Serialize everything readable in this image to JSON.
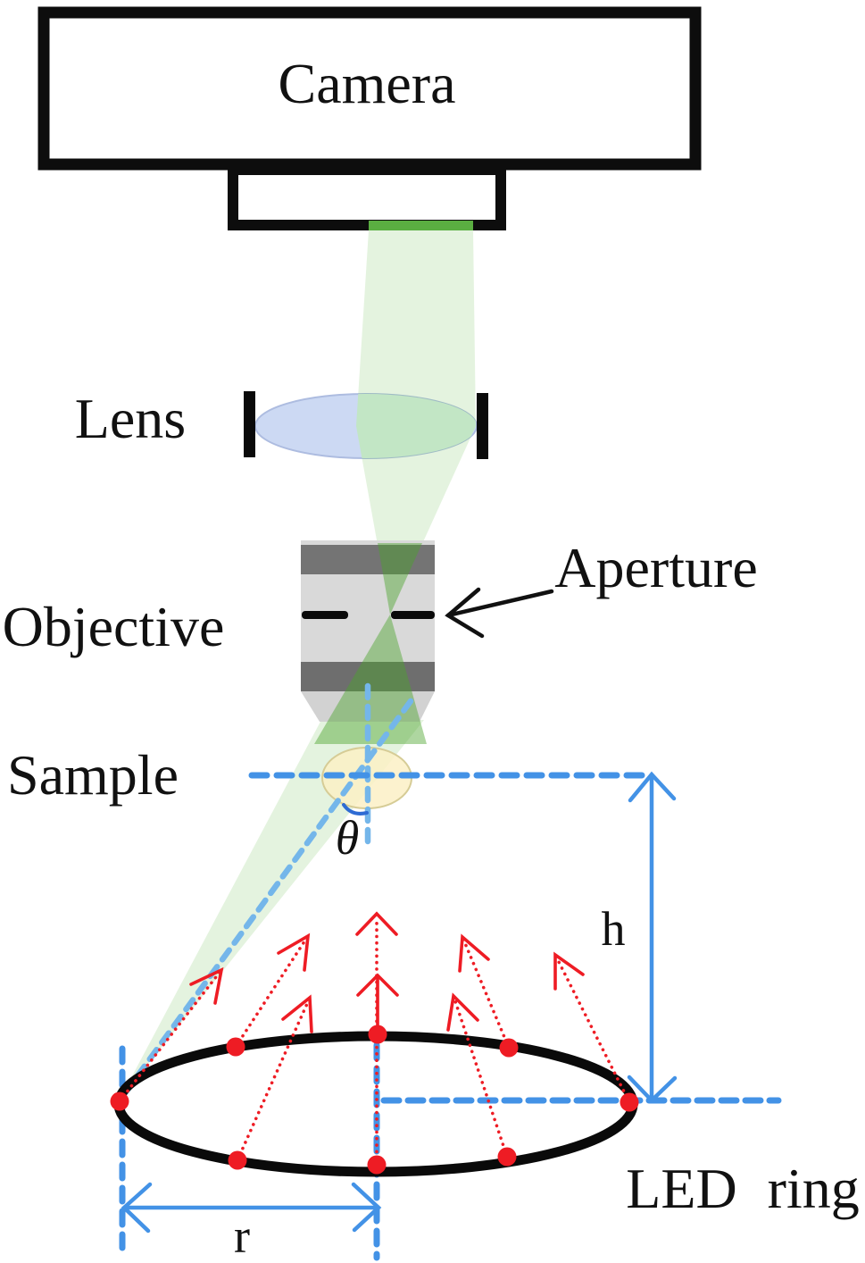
{
  "diagram": {
    "title": "Microscope with LED ring illumination schematic",
    "labels": {
      "camera": "Camera",
      "lens": "Lens",
      "objective": "Objective",
      "aperture": "Aperture",
      "sample": "Sample",
      "angle": "θ",
      "height": "h",
      "radius": "r",
      "led_ring": "LED ring"
    },
    "colors": {
      "outline_black": "#0d0d0d",
      "beam_green_pale": "#5fb842",
      "beam_green_strong": "#4ca32c",
      "strip_green": "#5aae41",
      "dash_blue": "#4392e6",
      "dash_blue_light": "#74b6ea",
      "angle_arc_blue": "#2e6bd3",
      "led_red": "#ee1c24",
      "objective_body_gray": "#d9d9d9",
      "objective_band_gray": "#747474",
      "lens_fill": "#ccd9f3",
      "lens_beam_tint": "#d7f0e0",
      "sample_fill": "#fbf0c6"
    },
    "led_ring": {
      "led_count": 8,
      "dimension_labels": {
        "ring_radius": "r",
        "ring_height": "h",
        "tilt_angle": "θ"
      }
    }
  }
}
